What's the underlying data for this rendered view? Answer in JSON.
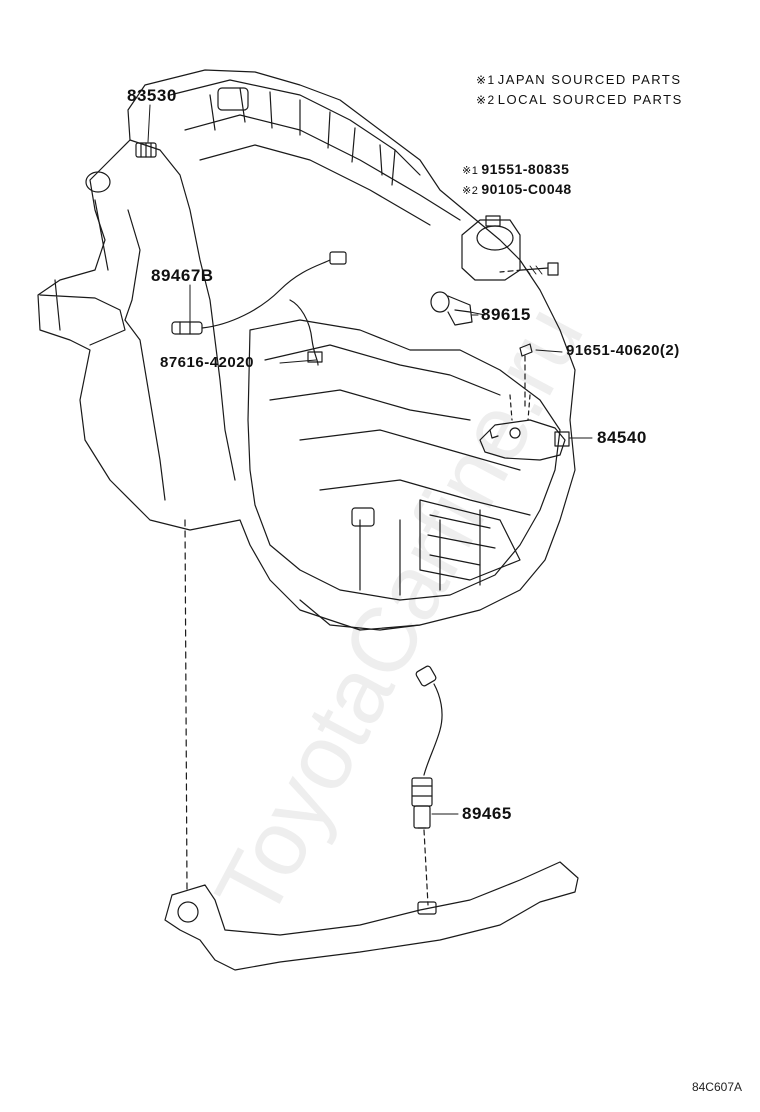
{
  "notes": {
    "note1_mark": "※1",
    "note1_text": "JAPAN SOURCED PARTS",
    "note2_mark": "※2",
    "note2_text": "LOCAL SOURCED PARTS"
  },
  "parts": {
    "p83530": "83530",
    "p89467b": "89467B",
    "p87616": "87616-42020",
    "p89615": "89615",
    "p91651": "91651-40620(2)",
    "p84540": "84540",
    "p89465": "89465"
  },
  "bolt_alternatives": {
    "japan_mark": "※1",
    "japan_part": "91551-80835",
    "local_mark": "※2",
    "local_part": "90105-C0048"
  },
  "watermark": "ToyotaCarfine.ru",
  "figure_code": "84C607A",
  "colors": {
    "line": "#1a1a1a",
    "watermark": "#969696"
  }
}
